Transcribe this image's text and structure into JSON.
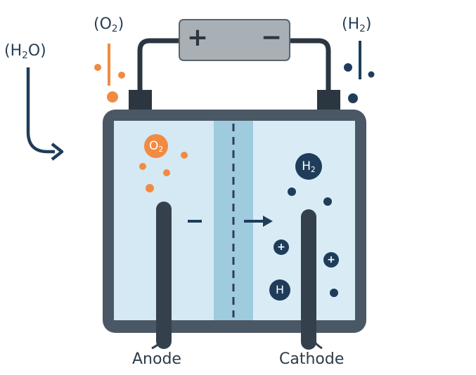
{
  "labels": {
    "water": {
      "main": "(H",
      "sub": "2",
      "tail": "O)"
    },
    "oxygen_top": {
      "main": "(O",
      "sub": "2",
      "tail": ")"
    },
    "hydrogen_top": {
      "main": "(H",
      "sub": "2",
      "tail": ")"
    },
    "anode": "Anode",
    "cathode": "Cathode"
  },
  "power_supply": {
    "positive": "+",
    "negative": "−"
  },
  "bubbles": {
    "o2": {
      "main": "O",
      "sub": "2"
    },
    "h2": {
      "main": "H",
      "sub": "2"
    },
    "h": "H",
    "plus_ion": "+"
  },
  "colors": {
    "frame": "#4a5866",
    "anode_fluid": "#d2e8f3",
    "membrane": "#9fcbde",
    "electrode": "#34414d",
    "oxygen": "#f28a42",
    "hydrogen": "#1f3d5a",
    "supply": "#a8b0b6"
  }
}
